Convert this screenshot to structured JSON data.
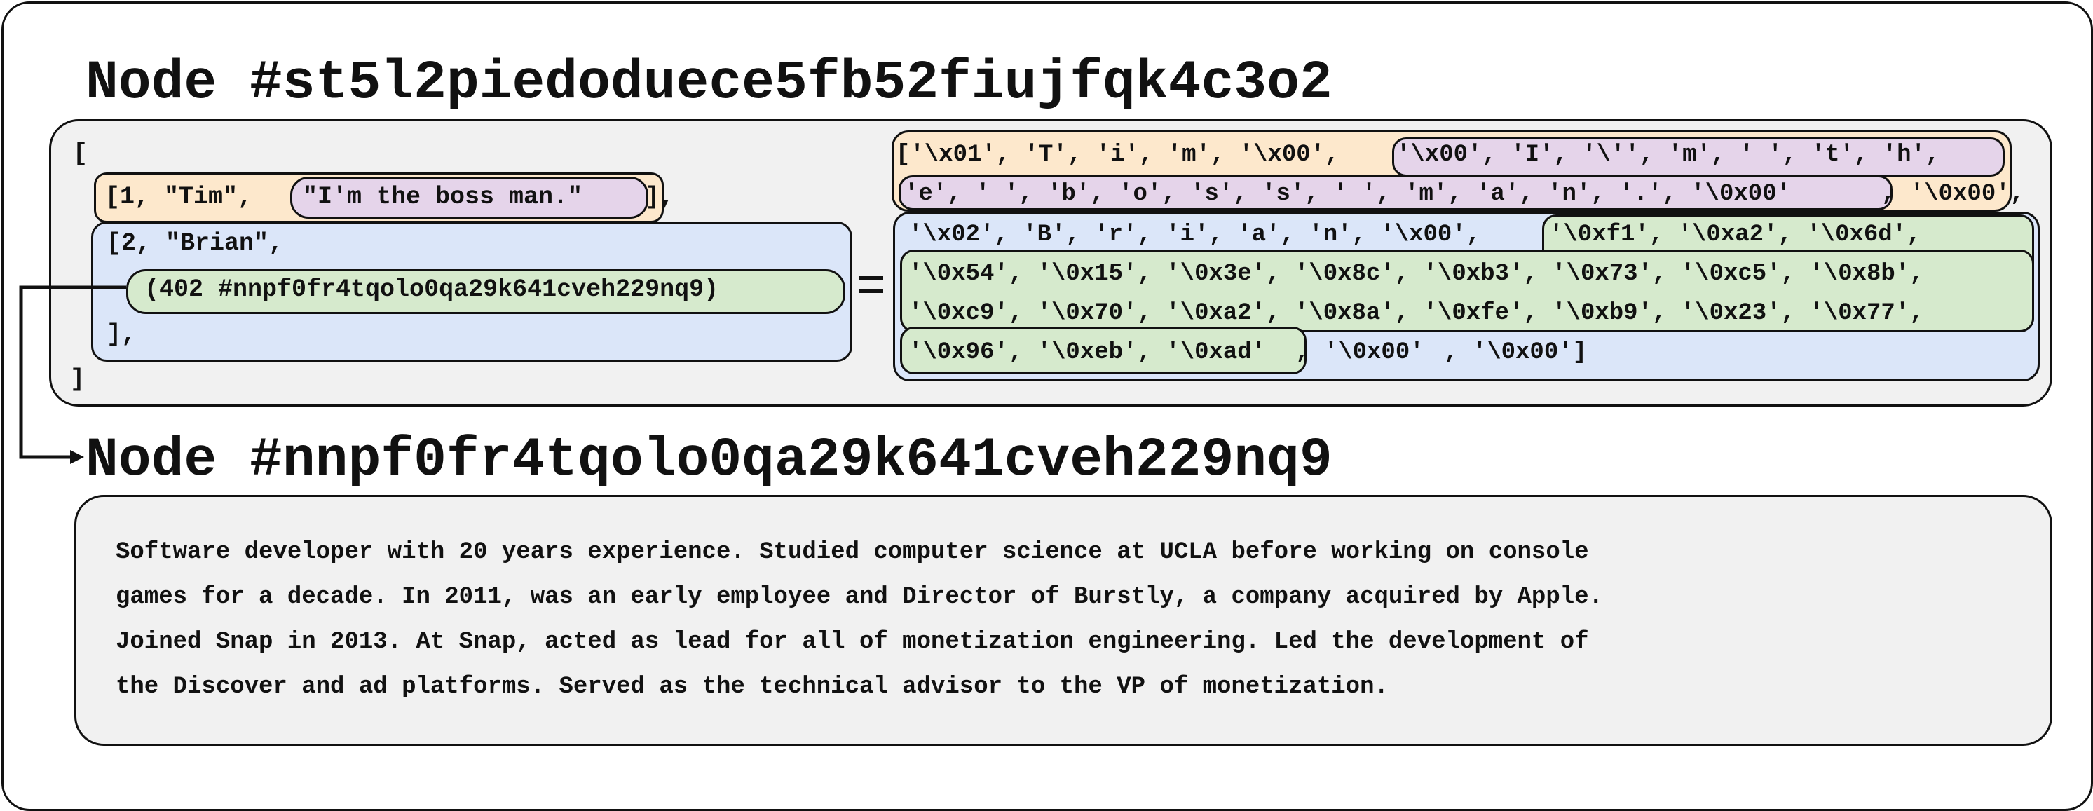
{
  "node1": {
    "title": "Node #st5l2piedoduece5fb52fiujfqk4c3o2",
    "list": {
      "open_bracket": "[",
      "row1_prefix": "[1, \"Tim\",",
      "row1_quote": "\"I'm the boss man.\"",
      "row1_suffix": "],",
      "row2_line1": "[2, \"Brian\",",
      "row2_ref": "(402 #nnpf0fr4tqolo0qa29k641cveh229nq9)",
      "row2_close": "],",
      "close_bracket": "]"
    },
    "equals": "=",
    "bytes": {
      "l1_a": "['\\x01', 'T', 'i', 'm', '\\x00',",
      "l1_b": "'\\x00', 'I', '\\'', 'm', ' ', 't', 'h',",
      "l2_a": "'e', ' ', 'b', 'o', 's', 's', ' ', 'm', 'a', 'n', '.', '\\0x00'",
      "l2_b": ", '\\0x00',",
      "l3_a": "'\\x02', 'B', 'r', 'i', 'a', 'n', '\\x00',",
      "l3_b": "'\\0xf1', '\\0xa2', '\\0x6d',",
      "l4": "'\\0x54', '\\0x15', '\\0x3e', '\\0x8c', '\\0xb3', '\\0x73', '\\0xc5', '\\0x8b',",
      "l5": "'\\0xc9', '\\0x70', '\\0xa2', '\\0x8a', '\\0xfe', '\\0xb9', '\\0x23', '\\0x77',",
      "l6_a": "'\\0x96', '\\0xeb', '\\0xad'",
      "l6_b": ", '\\0x00'",
      "l6_c": ", '\\0x00']"
    }
  },
  "node2": {
    "title": "Node #nnpf0fr4tqolo0qa29k641cveh229nq9",
    "description_lines": [
      "Software developer with 20 years experience. Studied computer science at UCLA before working on console",
      "games for a decade. In 2011, was an early employee and Director of Burstly, a company acquired by Apple.",
      "Joined Snap in 2013. At Snap, acted as lead for all of monetization engineering. Led the development of",
      "the Discover and ad platforms. Served as the technical advisor to the VP of monetization."
    ]
  },
  "colors": {
    "orange": "#fde8cc",
    "purple": "#e5d4ea",
    "blue": "#dbe6f9",
    "green": "#d6eacd",
    "panel": "#f1f1f1",
    "ink": "#111111"
  },
  "icons": [
    "arrow-right-icon"
  ]
}
